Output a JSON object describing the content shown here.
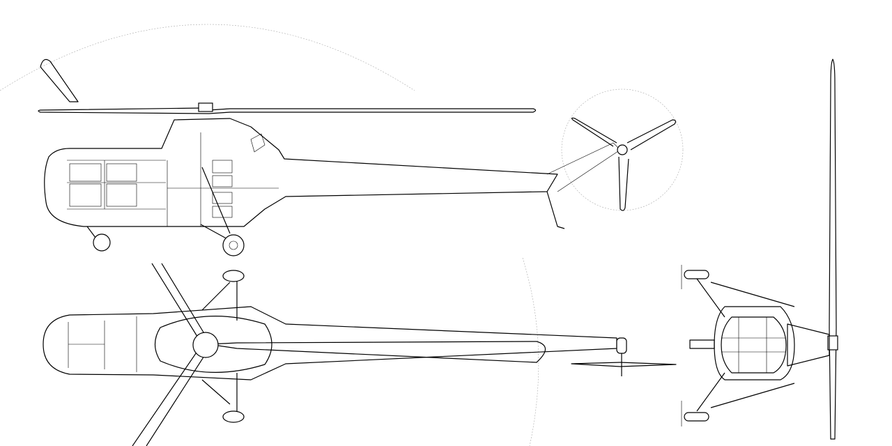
{
  "drawing": {
    "views": [
      "side",
      "top",
      "front"
    ],
    "colors": {
      "line": "#000000",
      "guide": "#aaaaaa",
      "background": "#ffffff"
    }
  }
}
